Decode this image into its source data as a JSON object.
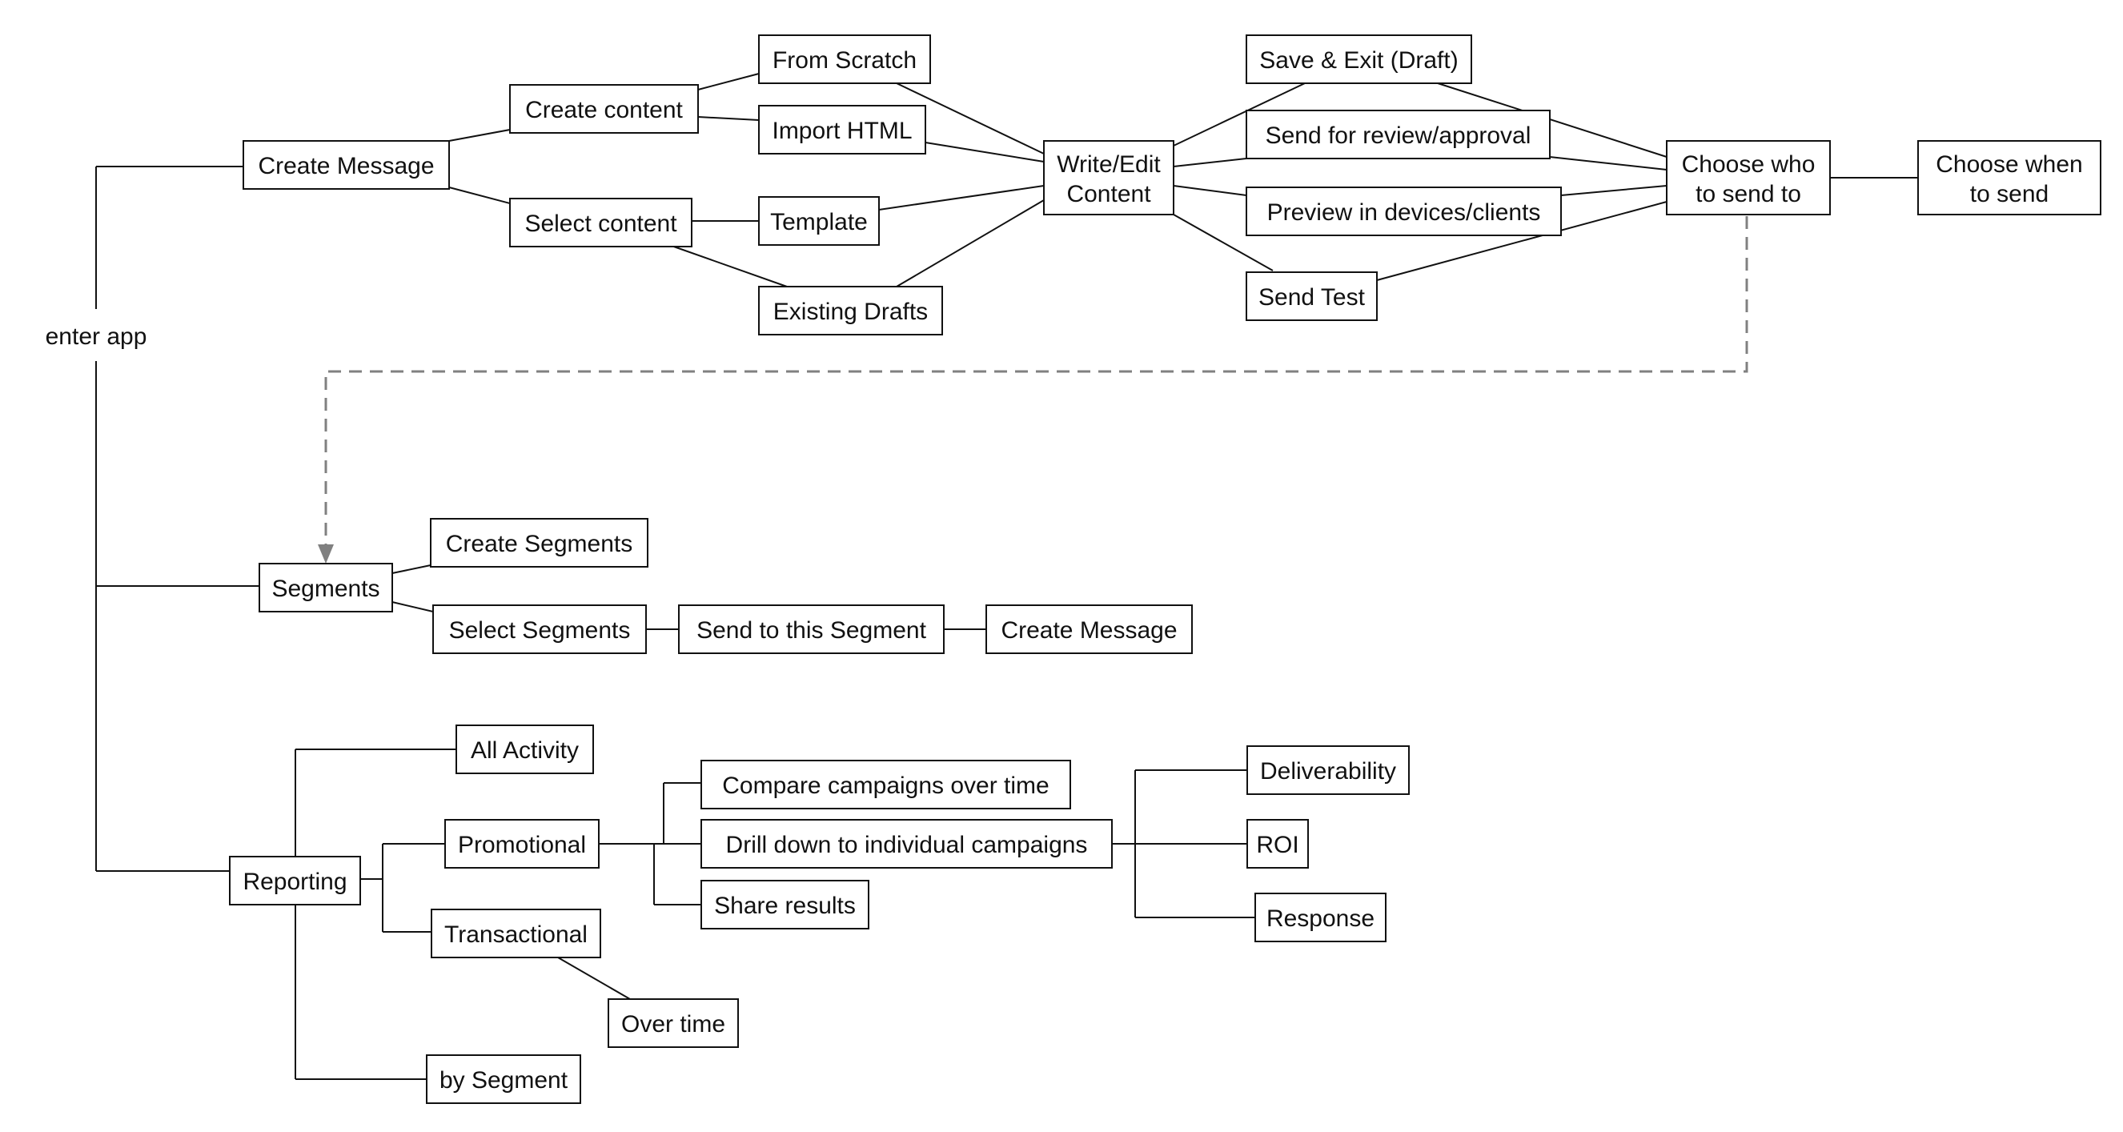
{
  "start_label": "enter app",
  "nodes": {
    "create_message": "Create Message",
    "create_content": "Create content",
    "select_content": "Select content",
    "from_scratch": "From Scratch",
    "import_html": "Import HTML",
    "template": "Template",
    "existing_drafts": "Existing Drafts",
    "write_edit": [
      "Write/Edit",
      "Content"
    ],
    "save_exit": "Save & Exit (Draft)",
    "send_review": "Send for review/approval",
    "preview": "Preview in devices/clients",
    "send_test": "Send Test",
    "choose_who": [
      "Choose who",
      "to send to"
    ],
    "choose_when": [
      "Choose when",
      "to send"
    ],
    "segments": "Segments",
    "create_segments": "Create Segments",
    "select_segments": "Select Segments",
    "send_to_segment": "Send to this Segment",
    "create_message_2": "Create Message",
    "reporting": "Reporting",
    "all_activity": "All Activity",
    "promotional": "Promotional",
    "transactional": "Transactional",
    "by_segment": "by Segment",
    "compare_campaigns": "Compare campaigns over time",
    "drill_down": "Drill down to individual campaigns",
    "share_results": "Share results",
    "over_time": "Over time",
    "deliverability": "Deliverability",
    "roi": "ROI",
    "response": "Response"
  },
  "colors": {
    "stroke": "#111111",
    "dashed": "#808080",
    "box_fill": "#ffffff"
  }
}
